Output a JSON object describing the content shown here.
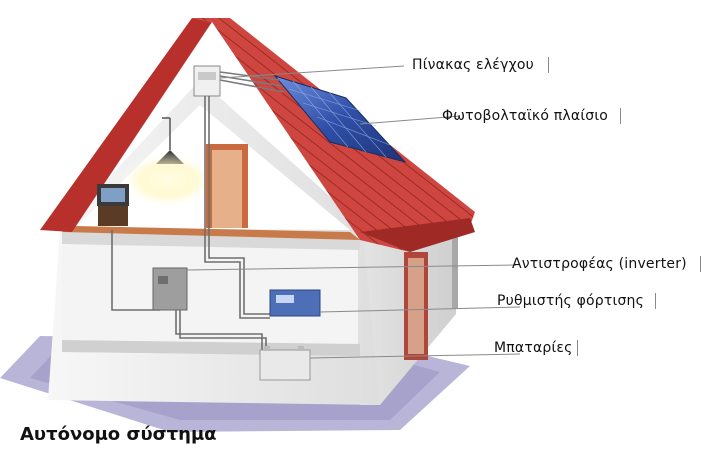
{
  "title": "Αυτόνομο σύστημα",
  "components": [
    {
      "id": "control_panel",
      "label": "Πίνακας ελέγχου"
    },
    {
      "id": "pv_panel",
      "label": "Φωτοβολταϊκό πλαίσιο"
    },
    {
      "id": "inverter",
      "label": "Αντιστροφέας (inverter)"
    },
    {
      "id": "charge_regulator",
      "label": "Ρυθμιστής φόρτισης"
    },
    {
      "id": "batteries",
      "label": "Μπαταρίες"
    }
  ],
  "colors": {
    "roof": "#c93a35",
    "wall": "#f2f2f2",
    "ground": "#b7b3d6",
    "pv": "#2f4fa8",
    "wire": "#777777"
  }
}
